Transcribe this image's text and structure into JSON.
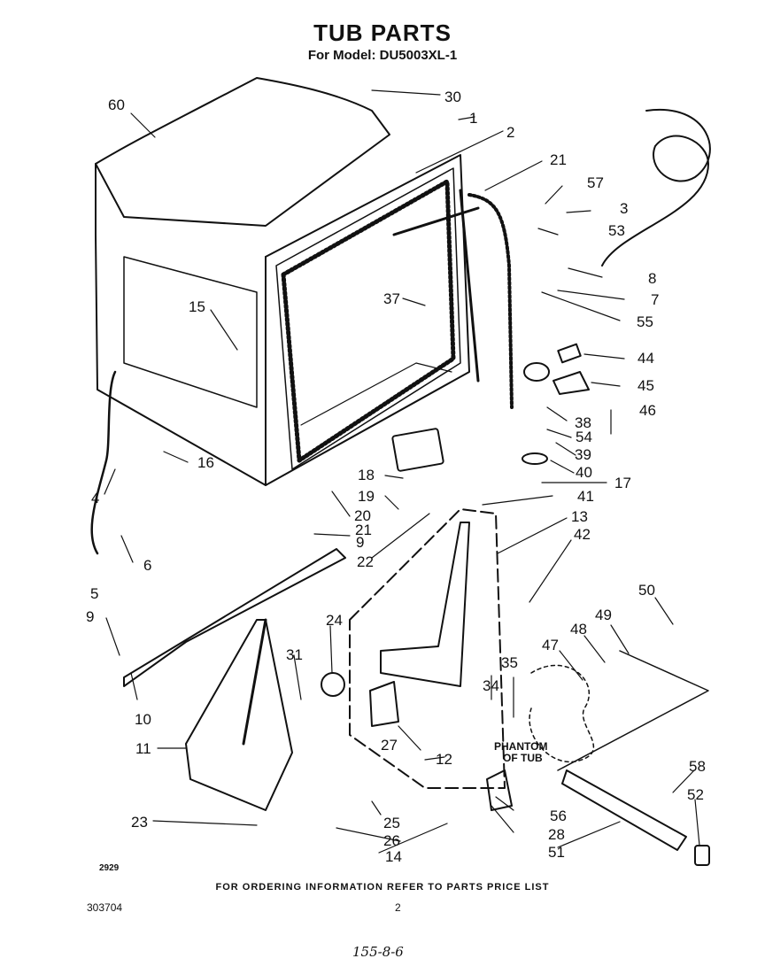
{
  "header": {
    "title": "TUB PARTS",
    "subtitle": "For Model: DU5003XL-1"
  },
  "callouts": {
    "c1": "1",
    "c2": "2",
    "c3": "3",
    "c4": "4",
    "c5": "5",
    "c6": "6",
    "c7": "7",
    "c8": "8",
    "c9a": "9",
    "c9b": "9",
    "c10": "10",
    "c11": "11",
    "c12": "12",
    "c13": "13",
    "c14": "14",
    "c15": "15",
    "c16": "16",
    "c17": "17",
    "c18": "18",
    "c19": "19",
    "c20": "20",
    "c21a": "21",
    "c21b": "21",
    "c22": "22",
    "c23": "23",
    "c24": "24",
    "c25": "25",
    "c26": "26",
    "c27": "27",
    "c28": "28",
    "c30": "30",
    "c31": "31",
    "c34": "34",
    "c35": "35",
    "c37": "37",
    "c38": "38",
    "c39": "39",
    "c40": "40",
    "c41": "41",
    "c42": "42",
    "c44": "44",
    "c45": "45",
    "c46": "46",
    "c47": "47",
    "c48": "48",
    "c49": "49",
    "c50": "50",
    "c51": "51",
    "c52": "52",
    "c53": "53",
    "c54": "54",
    "c55": "55",
    "c56": "56",
    "c57": "57",
    "c58": "58",
    "c60": "60"
  },
  "phantom": {
    "line1": "PHANTOM",
    "line2": "OF TUB"
  },
  "footer": {
    "code_small": "2929",
    "ordering_note": "FOR ORDERING INFORMATION REFER TO PARTS PRICE LIST",
    "doc_number": "303704",
    "page_number": "2",
    "handwritten": "155-8-6"
  }
}
